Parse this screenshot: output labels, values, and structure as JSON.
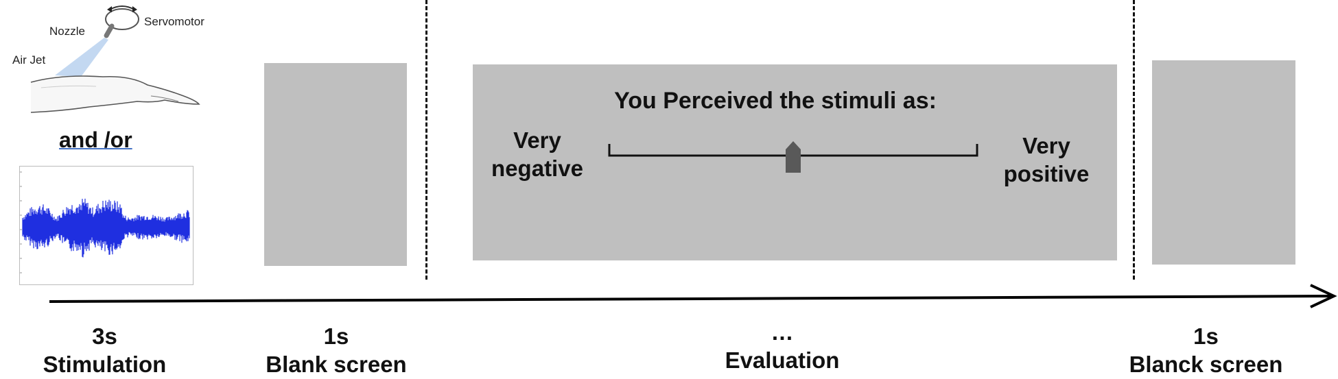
{
  "stimulation_illustration": {
    "labels": {
      "nozzle": "Nozzle",
      "servomotor": "Servomotor",
      "air_jet": "Air Jet"
    },
    "connector": "and /or",
    "waveform_color": "#1f2fe0"
  },
  "evaluation_screen": {
    "question": "You Perceived the stimuli as:",
    "left_anchor_line1": "Very",
    "left_anchor_line2": "negative",
    "right_anchor_line1": "Very",
    "right_anchor_line2": "positive",
    "slider_value": 0.5
  },
  "timeline": {
    "phases": [
      {
        "duration": "3s",
        "name": "Stimulation"
      },
      {
        "duration": "1s",
        "name": "Blank screen"
      },
      {
        "duration": "…",
        "name": "Evaluation"
      },
      {
        "duration": "1s",
        "name": "Blanck screen"
      }
    ]
  },
  "colors": {
    "panel_gray": "#bfbfbf",
    "slider_gray": "#595959",
    "air_jet_blue": "#bcd4f0"
  }
}
